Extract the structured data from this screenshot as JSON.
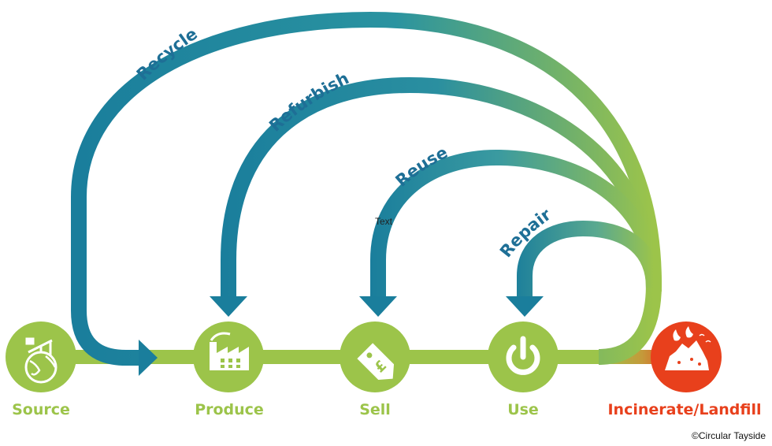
{
  "stages": [
    {
      "label": "Source",
      "icon": "oil-pump-globe-icon"
    },
    {
      "label": "Produce",
      "icon": "factory-icon"
    },
    {
      "label": "Sell",
      "icon": "price-tag-icon"
    },
    {
      "label": "Use",
      "icon": "power-icon"
    },
    {
      "label": "Incinerate/Landfill",
      "icon": "landfill-icon"
    }
  ],
  "loops": [
    {
      "label": "Recycle"
    },
    {
      "label": "Refurbish"
    },
    {
      "label": "Reuse"
    },
    {
      "label": "Repair"
    }
  ],
  "stray_text": "Text",
  "credit": "©Circular Tayside",
  "tag_symbol": "£",
  "colors": {
    "green": "#9cc44a",
    "teal": "#1a7e9c",
    "red": "#e8401c",
    "label_teal": "#1e6f96"
  }
}
